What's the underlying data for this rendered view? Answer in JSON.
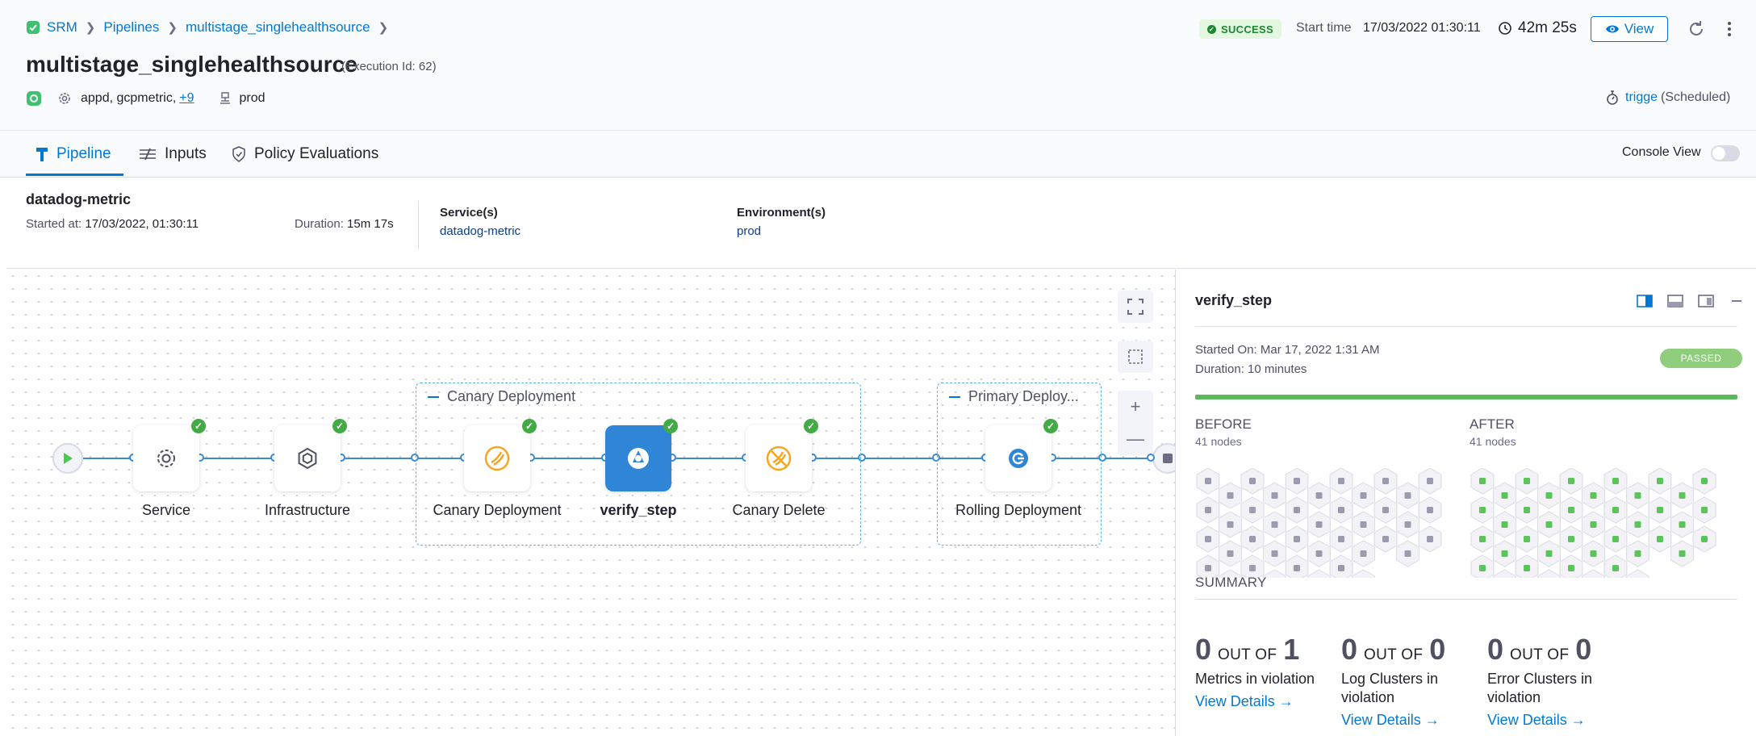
{
  "breadcrumb": [
    "SRM",
    "Pipelines",
    "multistage_singlehealthsource"
  ],
  "title": "multistage_singlehealthsource",
  "execution_id": "(Execution Id: 62)",
  "meta": {
    "services": "appd, gcpmetric,",
    "more": "+9",
    "env": "prod"
  },
  "status": {
    "badge": "SUCCESS",
    "start_label": "Start time",
    "start_value": "17/03/2022 01:30:11",
    "duration": "42m 25s",
    "view_label": "View"
  },
  "trigger": {
    "name": "trigge",
    "type": "(Scheduled)"
  },
  "tabs": {
    "pipeline": "Pipeline",
    "inputs": "Inputs",
    "policy": "Policy Evaluations",
    "console": "Console View"
  },
  "stage": {
    "name": "datadog-metric",
    "started_label": "Started at:",
    "started_value": "17/03/2022, 01:30:11",
    "duration_label": "Duration:",
    "duration_value": "15m 17s",
    "service_label": "Service(s)",
    "service_value": "datadog-metric",
    "env_label": "Environment(s)",
    "env_value": "prod"
  },
  "graph": {
    "nodes": {
      "service": "Service",
      "infrastructure": "Infrastructure",
      "canary_deployment": "Canary Deployment",
      "verify_step": "verify_step",
      "canary_delete": "Canary Delete",
      "rolling_deployment": "Rolling Deployment"
    },
    "groups": {
      "canary": "Canary Deployment",
      "primary": "Primary Deploy..."
    }
  },
  "panel": {
    "title": "verify_step",
    "started": "Started On: Mar 17, 2022 1:31 AM",
    "duration": "Duration: 10 minutes",
    "status": "PASSED",
    "progress_pct": 100,
    "before": {
      "label": "BEFORE",
      "nodes": "41 nodes"
    },
    "after": {
      "label": "AFTER",
      "nodes": "41 nodes"
    },
    "summary_label": "SUMMARY",
    "summary": [
      {
        "count": "0",
        "of": "OUT OF",
        "total": "1",
        "desc": "Metrics in violation",
        "link": "View Details →"
      },
      {
        "count": "0",
        "of": "OUT OF",
        "total": "0",
        "desc": "Log Clusters in violation",
        "link": "View Details →"
      },
      {
        "count": "0",
        "of": "OUT OF",
        "total": "0",
        "desc": "Error Clusters in violation",
        "link": "View Details →"
      }
    ],
    "colors": {
      "before_dot": "#9a9cae",
      "after_dot": "#5cc45a",
      "hex_fill": "#f3f3f7"
    }
  }
}
